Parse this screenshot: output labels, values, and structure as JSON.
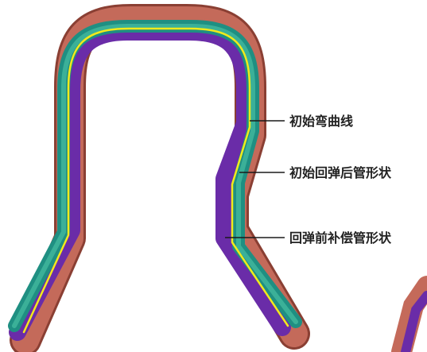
{
  "labels": {
    "initial_curve": "初始弯曲线",
    "initial_after_springback": "初始回弹后管形状",
    "pre_compensated_shape": "回弹前补偿管形状"
  },
  "colors": {
    "outer_tube": "#c46a5a",
    "outer_tube_edge": "#8a3f33",
    "compensated_tube": "#6a2ca8",
    "springback_tube": "#1f8f82",
    "springback_tube_light": "#4fc6a6",
    "initial_curve": "#f2ea1b",
    "leader_line": "#1a1a1a"
  }
}
